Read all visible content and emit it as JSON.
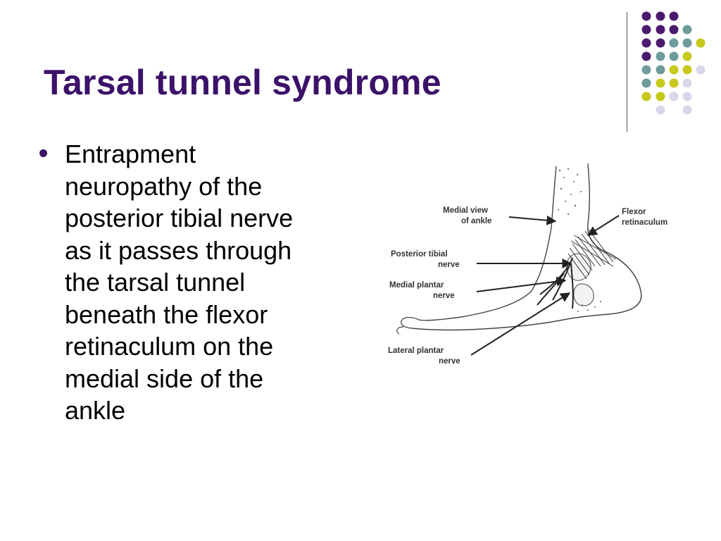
{
  "slide": {
    "title": "Tarsal tunnel syndrome",
    "bullets": [
      {
        "lines": [
          "Entrapment",
          "neuropathy of the",
          "posterior tibial nerve",
          "as it passes through",
          "the tarsal tunnel",
          "beneath the flexor",
          "retinaculum on the",
          "medial side of the",
          "ankle"
        ]
      }
    ]
  },
  "figure": {
    "labels": {
      "medial_view_1": "Medial view",
      "medial_view_2": "of ankle",
      "flexor_1": "Flexor",
      "flexor_2": "retinaculum",
      "posterior_tibial_1": "Posterior tibial",
      "posterior_tibial_2": "nerve",
      "medial_plantar_1": "Medial plantar",
      "medial_plantar_2": "nerve",
      "lateral_plantar_1": "Lateral plantar",
      "lateral_plantar_2": "nerve"
    }
  },
  "theme": {
    "title_color": "#3b1169",
    "dot_colors": {
      "purple": "#4b1a6e",
      "teal": "#6f9b9b",
      "olive": "#c7c91c",
      "lavender": "#d9d6ea"
    }
  }
}
